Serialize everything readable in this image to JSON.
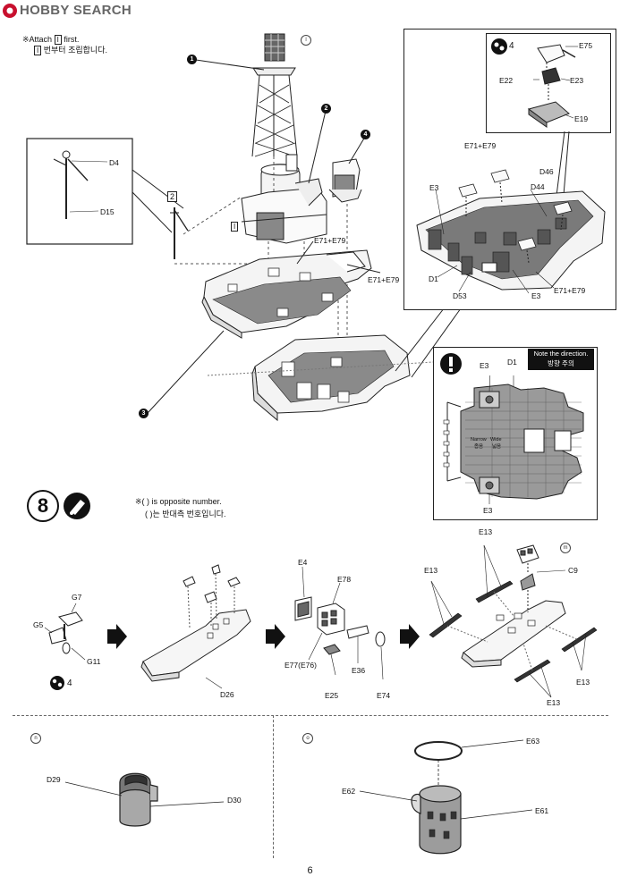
{
  "header": {
    "logo_text": "HOBBY SEARCH"
  },
  "top_note": {
    "line1_prefix": "※Attach",
    "part_marker": "I",
    "line1_suffix": "first.",
    "line2_suffix": "번부터 조립합니다."
  },
  "markers": {
    "part_i": "I",
    "part_2": "2",
    "sub_l": "l",
    "sub_m": "m",
    "sub_n": "n",
    "sub_o": "o"
  },
  "callouts": [
    "1",
    "2",
    "3",
    "4"
  ],
  "inset_d": {
    "labels": [
      "D4",
      "D15"
    ]
  },
  "main_labels": [
    "E71+E79",
    "E71+E79"
  ],
  "detail_box": {
    "part_count_icon": "parts-icon",
    "count": "4",
    "labels": [
      "E75",
      "E22",
      "E23",
      "E19",
      "E71+E79",
      "D46",
      "E3",
      "D44",
      "D1",
      "D53",
      "E3",
      "E71+E79"
    ]
  },
  "direction_box": {
    "warning_icon": "warning-icon",
    "labels": {
      "e3_top": "E3",
      "d1": "D1",
      "e3_bottom": "E3",
      "narrow": "Narrow",
      "wide": "Wide",
      "narrow_kr": "좁음",
      "wide_kr": "넓음"
    },
    "note_en": "Note the direction.",
    "note_kr": "방향 주의"
  },
  "step8": {
    "number": "8",
    "glue_icon": "glue-icon",
    "note_line1": "※(   ) is opposite number.",
    "note_line2": "(   )는 반대측 번호입니다."
  },
  "row8": {
    "g_labels": [
      "G7",
      "G5",
      "G11"
    ],
    "g_count": "4",
    "d26": "D26",
    "e_labels": [
      "E4",
      "E78",
      "E77(E76)",
      "E36",
      "E25",
      "E74"
    ],
    "right_labels": [
      "E13",
      "C9",
      "E13",
      "E13",
      "E13"
    ]
  },
  "bottom_left": {
    "labels": [
      "D29",
      "D30"
    ]
  },
  "bottom_right": {
    "labels": [
      "E63",
      "E62",
      "E61"
    ]
  },
  "page_number": "6",
  "colors": {
    "line": "#222222",
    "fill_gray": "#9a9a9a",
    "deck_gray": "#7a7a7a",
    "logo_red": "#c8102e"
  }
}
